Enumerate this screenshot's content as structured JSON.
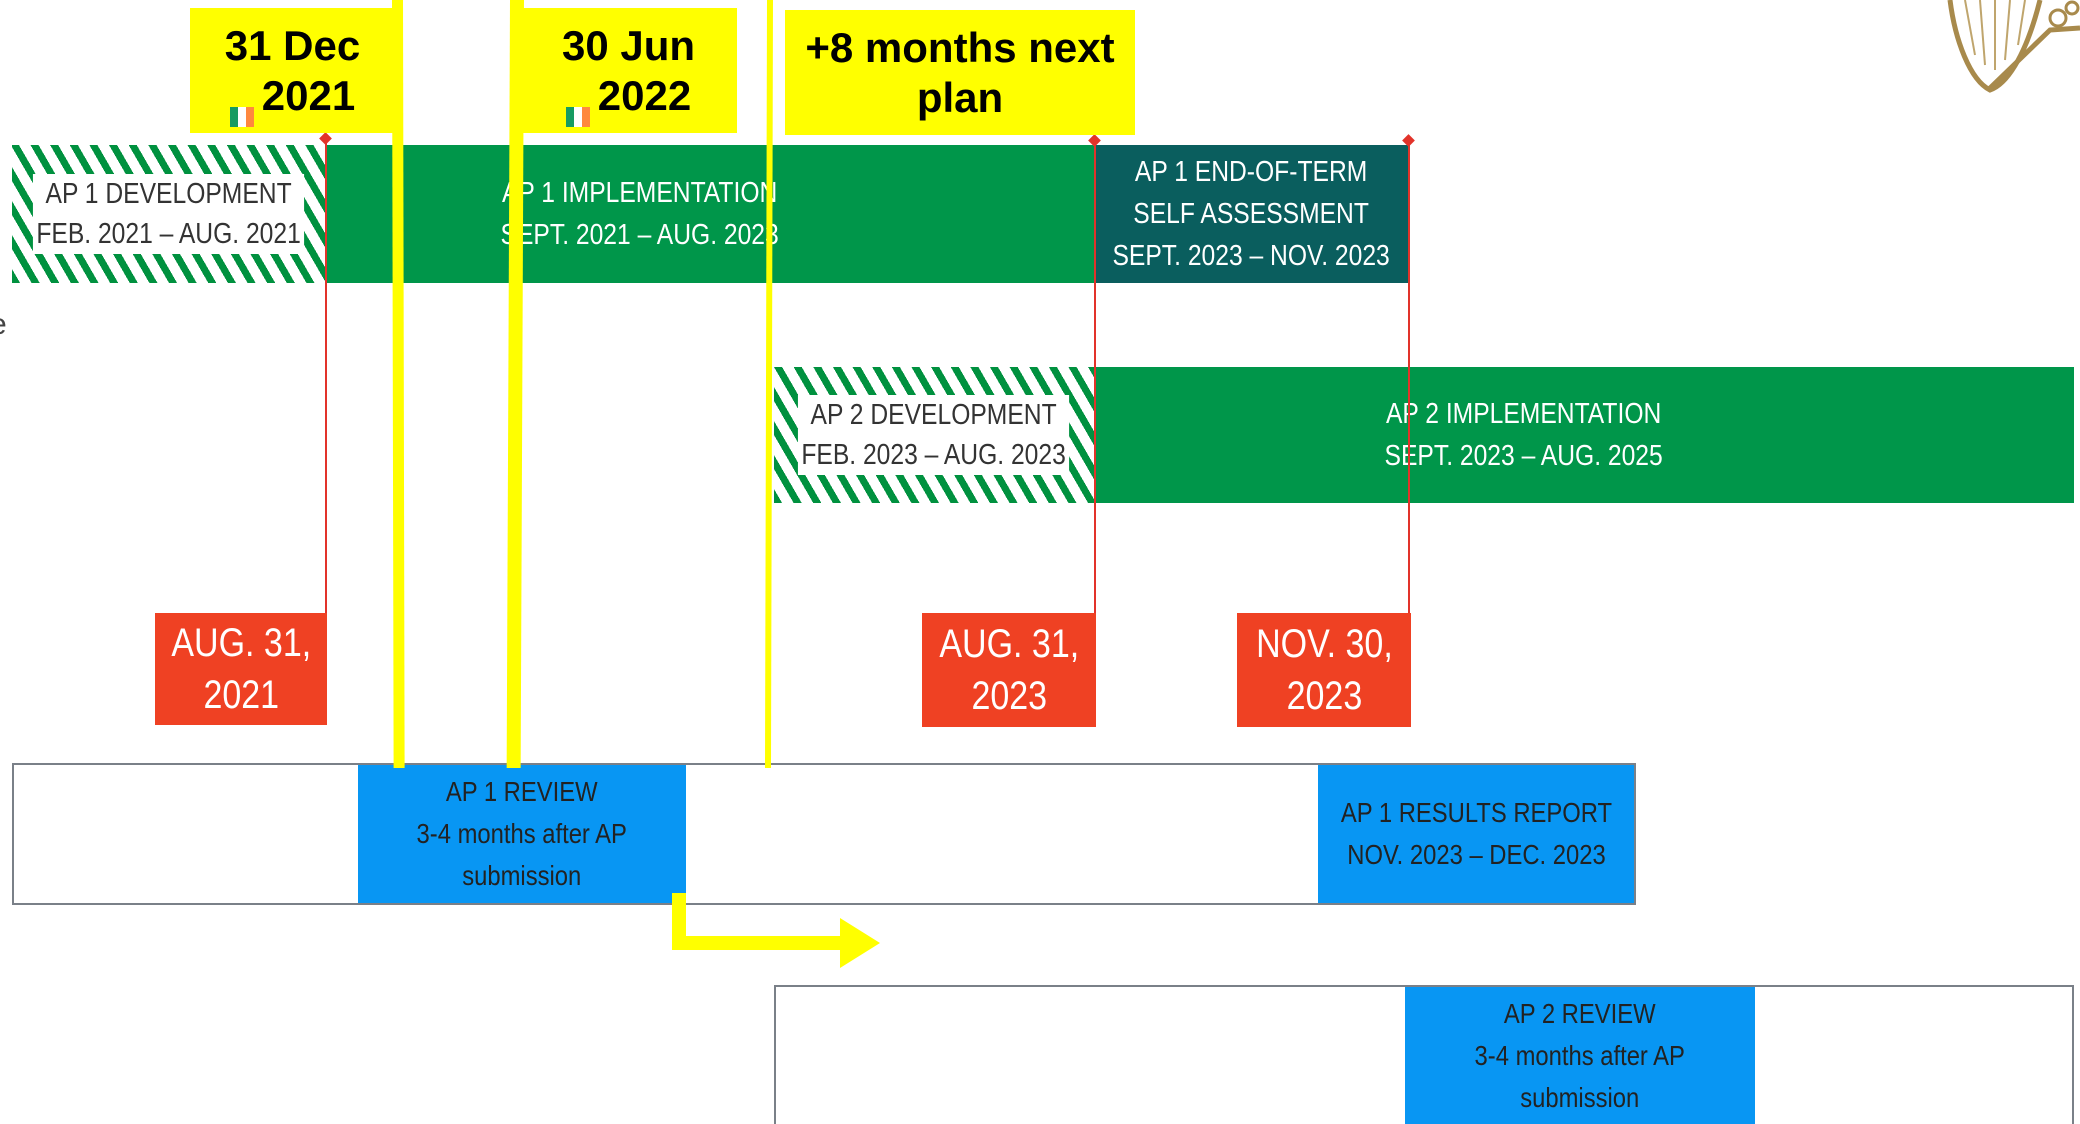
{
  "callouts": {
    "dec2021": {
      "line1": "31 Dec",
      "line2": "2021"
    },
    "jun2022": {
      "line1": "30 Jun",
      "line2": "2022"
    },
    "next_plan": {
      "line1": "+8 months next",
      "line2": "plan"
    }
  },
  "phases": {
    "ap1_development": {
      "line1": "AP 1 DEVELOPMENT",
      "line2": "FEB. 2021 – AUG. 2021"
    },
    "ap1_implementation": {
      "line1": "AP 1 IMPLEMENTATION",
      "line2": "SEPT. 2021 – AUG. 2023"
    },
    "ap1_self_assessment": {
      "line1": "AP 1 END-OF-TERM",
      "line2": "SELF ASSESSMENT",
      "line3": "SEPT. 2023 – NOV. 2023"
    },
    "ap2_development": {
      "line1": "AP 2  DEVELOPMENT",
      "line2": "FEB. 2023 – AUG. 2023"
    },
    "ap2_implementation": {
      "line1": "AP 2 IMPLEMENTATION",
      "line2": "SEPT. 2023 – AUG. 2025"
    }
  },
  "deadlines": {
    "aug2021": {
      "line1": "AUG. 31,",
      "line2": "2021"
    },
    "aug2023": {
      "line1": "AUG. 31,",
      "line2": "2023"
    },
    "nov2023": {
      "line1": "NOV. 30,",
      "line2": "2023"
    }
  },
  "reviews": {
    "ap1_review": {
      "line1": "AP 1 REVIEW",
      "line2": "3-4 months after AP",
      "line3": "submission"
    },
    "ap1_results": {
      "line1": "AP 1 RESULTS REPORT",
      "line2": "NOV. 2023 – DEC. 2023"
    },
    "ap2_review": {
      "line1": "AP 2 REVIEW",
      "line2": "3-4 months after AP",
      "line3": "submission"
    }
  },
  "cutoff_letter": "e",
  "colors": {
    "implementation_green": "#00964a",
    "self_assessment_teal": "#0a5e5e",
    "deadline_red": "#ef4123",
    "review_blue": "#0896f3",
    "highlight_yellow": "#ffff00",
    "flag_green": "#169b62",
    "flag_orange": "#ff883e"
  },
  "icons": {
    "crest": "harp-crest-icon",
    "flag": "ireland-flag-icon"
  }
}
